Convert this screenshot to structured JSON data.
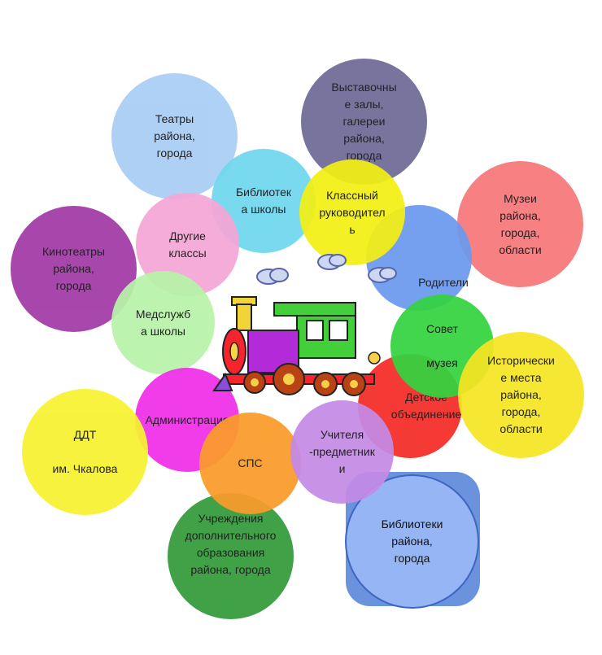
{
  "bubbles": [
    {
      "id": "teatry",
      "text": "Театры\nрайона,\nгорода",
      "color": "#a9cdf5"
    },
    {
      "id": "vystavochnye",
      "text": "Выставочны\nе залы,\nгалереи\nрайона,\nгорода",
      "color": "#6e6a96"
    },
    {
      "id": "muzei",
      "text": "Музеи\nрайона,\nгорода,\nобласти",
      "color": "#f7777a"
    },
    {
      "id": "kinoteatry",
      "text": "Кинотеатры\nрайона,\nгорода",
      "color": "#a13aa6"
    },
    {
      "id": "biblioteka-shkoly",
      "text": "Библиотек\nа школы",
      "color": "#6fd8ee"
    },
    {
      "id": "roditeli",
      "text": "Родители",
      "color": "#6b99ee"
    },
    {
      "id": "klassny",
      "text": "Классный\nруководител\nь",
      "color": "#f3ef14"
    },
    {
      "id": "drugie-klassy",
      "text": "Другие\nклассы",
      "color": "#f5a6d6"
    },
    {
      "id": "medsluzhba",
      "text": "Медслужб\nа школы",
      "color": "#b8f3a8"
    },
    {
      "id": "sovet-muzeya",
      "text": "Совет\n\nмузея",
      "color": "#33d33f"
    },
    {
      "id": "detskoe",
      "text": "Детское\nобъединение",
      "color": "#f52b25"
    },
    {
      "id": "istoricheskie",
      "text": "Исторически\nе места\nрайона,\nгорода,\nобласти",
      "color": "#f5e623"
    },
    {
      "id": "administraciya",
      "text": "Администрация",
      "color": "#ef2ee8"
    },
    {
      "id": "ddt",
      "text": "ДДТ\n\nим. Чкалова",
      "color": "#f7f22f"
    },
    {
      "id": "sps",
      "text": "СПС",
      "color": "#fa9c2a"
    },
    {
      "id": "uchitelya",
      "text": "Учителя\n-предметник\nи",
      "color": "#c48ae6"
    },
    {
      "id": "uchrezhdeniya",
      "text": "Учреждения\nдополнительного\nобразования\nрайона, города",
      "color": "#339a3a"
    },
    {
      "id": "biblioteki-rayona",
      "text": "Библиотеки\nрайона,\nгорода",
      "color": "#95b5f5"
    }
  ]
}
